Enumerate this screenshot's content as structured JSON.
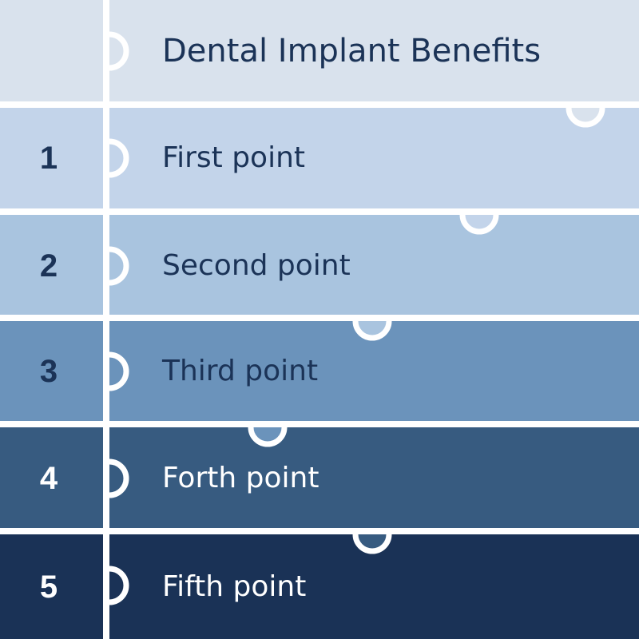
{
  "title": "Dental Implant Benefits",
  "colors": {
    "header_bg": "#d9e2ed",
    "title_text": "#1b3357",
    "separator": "#ffffff"
  },
  "rows": [
    {
      "number": "1",
      "label": "First point",
      "bg": "#c3d4ea",
      "text": "#1b3357"
    },
    {
      "number": "2",
      "label": "Second point",
      "bg": "#a9c4df",
      "text": "#1b3357"
    },
    {
      "number": "3",
      "label": "Third point",
      "bg": "#6b93bb",
      "text": "#1b3357"
    },
    {
      "number": "4",
      "label": "Forth point",
      "bg": "#375b80",
      "text": "#ffffff"
    },
    {
      "number": "5",
      "label": "Fifth point",
      "bg": "#1a3256",
      "text": "#ffffff"
    }
  ]
}
